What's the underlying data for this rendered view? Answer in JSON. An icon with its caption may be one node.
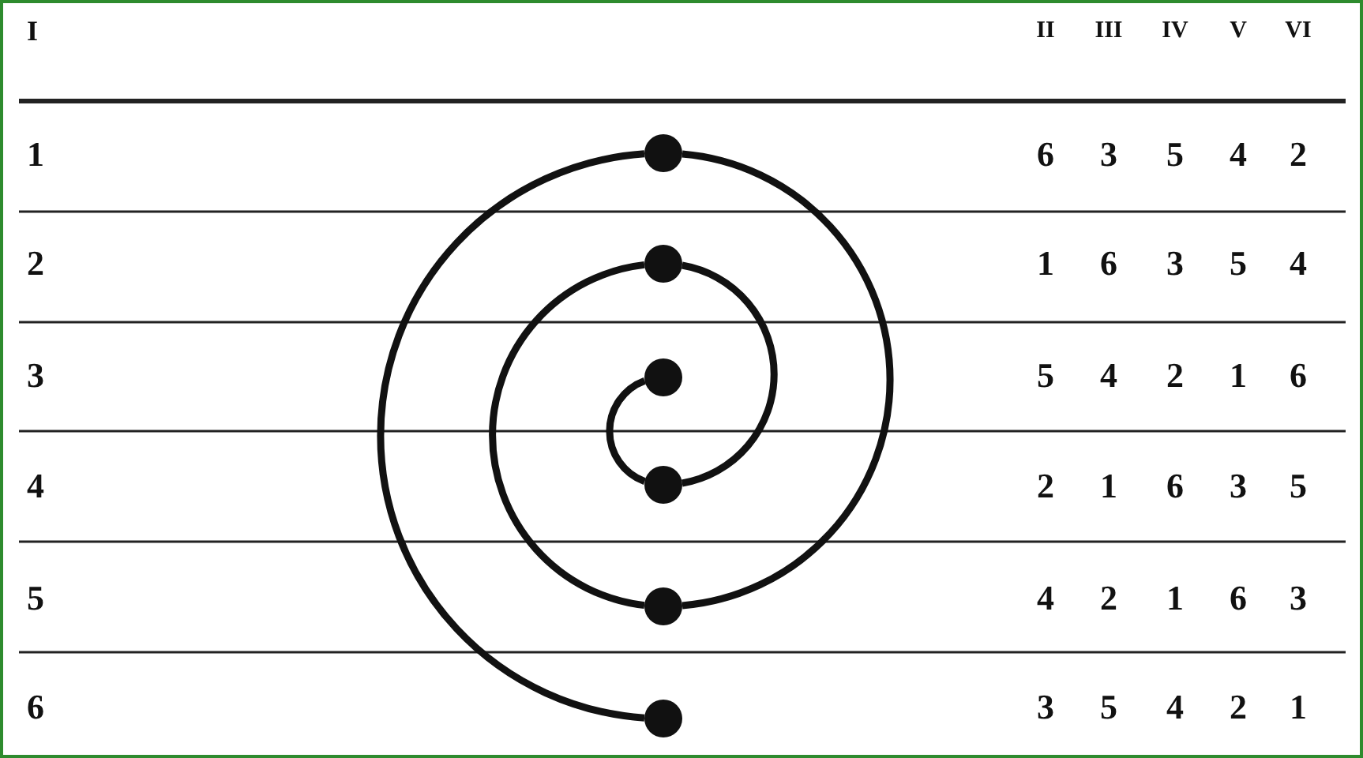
{
  "diagram": {
    "nodes": [
      {
        "text": [],
        "shape": "circle"
      },
      {
        "text": [],
        "shape": "circle"
      },
      {
        "text": [],
        "shape": "circle"
      },
      {
        "text": [],
        "shape": "circle"
      },
      {
        "text": [],
        "shape": "circle"
      },
      {
        "text": [],
        "shape": "circle"
      }
    ],
    "edges": [
      {
        "from": 5,
        "to": 0,
        "arrow": "none"
      },
      {
        "from": 0,
        "to": 4,
        "arrow": "none"
      },
      {
        "from": 4,
        "to": 1,
        "arrow": "none"
      },
      {
        "from": 1,
        "to": 3,
        "arrow": "none"
      },
      {
        "from": 3,
        "to": 2,
        "arrow": "none"
      }
    ],
    "labels": [
      "I",
      "II",
      "III",
      "IV",
      "V",
      "VI",
      "1",
      "6",
      "3",
      "5",
      "4",
      "2",
      "2",
      "1",
      "6",
      "3",
      "5",
      "4",
      "3",
      "5",
      "4",
      "2",
      "1",
      "6",
      "4",
      "2",
      "1",
      "6",
      "3",
      "5",
      "5",
      "4",
      "2",
      "1",
      "6",
      "3",
      "6",
      "3",
      "5",
      "4",
      "2",
      "1"
    ]
  }
}
